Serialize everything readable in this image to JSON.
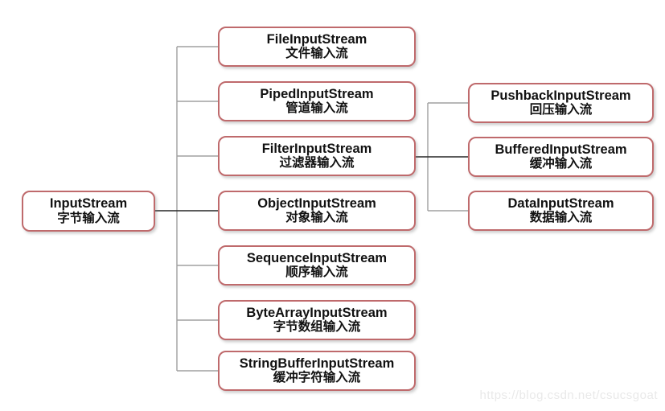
{
  "diagram": {
    "root": {
      "en": "InputStream",
      "zh": "字节输入流"
    },
    "children": [
      {
        "en": "FileInputStream",
        "zh": "文件输入流"
      },
      {
        "en": "PipedInputStream",
        "zh": "管道输入流"
      },
      {
        "en": "FilterInputStream",
        "zh": "过滤器输入流"
      },
      {
        "en": "ObjectInputStream",
        "zh": "对象输入流"
      },
      {
        "en": "SequenceInputStream",
        "zh": "顺序输入流"
      },
      {
        "en": "ByteArrayInputStream",
        "zh": "字节数组输入流"
      },
      {
        "en": "StringBufferInputStream",
        "zh": "缓冲字符输入流"
      }
    ],
    "filter_children": [
      {
        "en": "PushbackInputStream",
        "zh": "回压输入流"
      },
      {
        "en": "BufferedInputStream",
        "zh": "缓冲输入流"
      },
      {
        "en": "DataInputStream",
        "zh": "数据输入流"
      }
    ]
  },
  "watermark": "https://blog.csdn.net/csucsgoat",
  "colors": {
    "box_border": "#bf6a6c",
    "connector": "#a0a0a0",
    "connector_main": "#262626",
    "text": "#111111",
    "watermark": "#e9e9e9",
    "background": "#ffffff"
  }
}
